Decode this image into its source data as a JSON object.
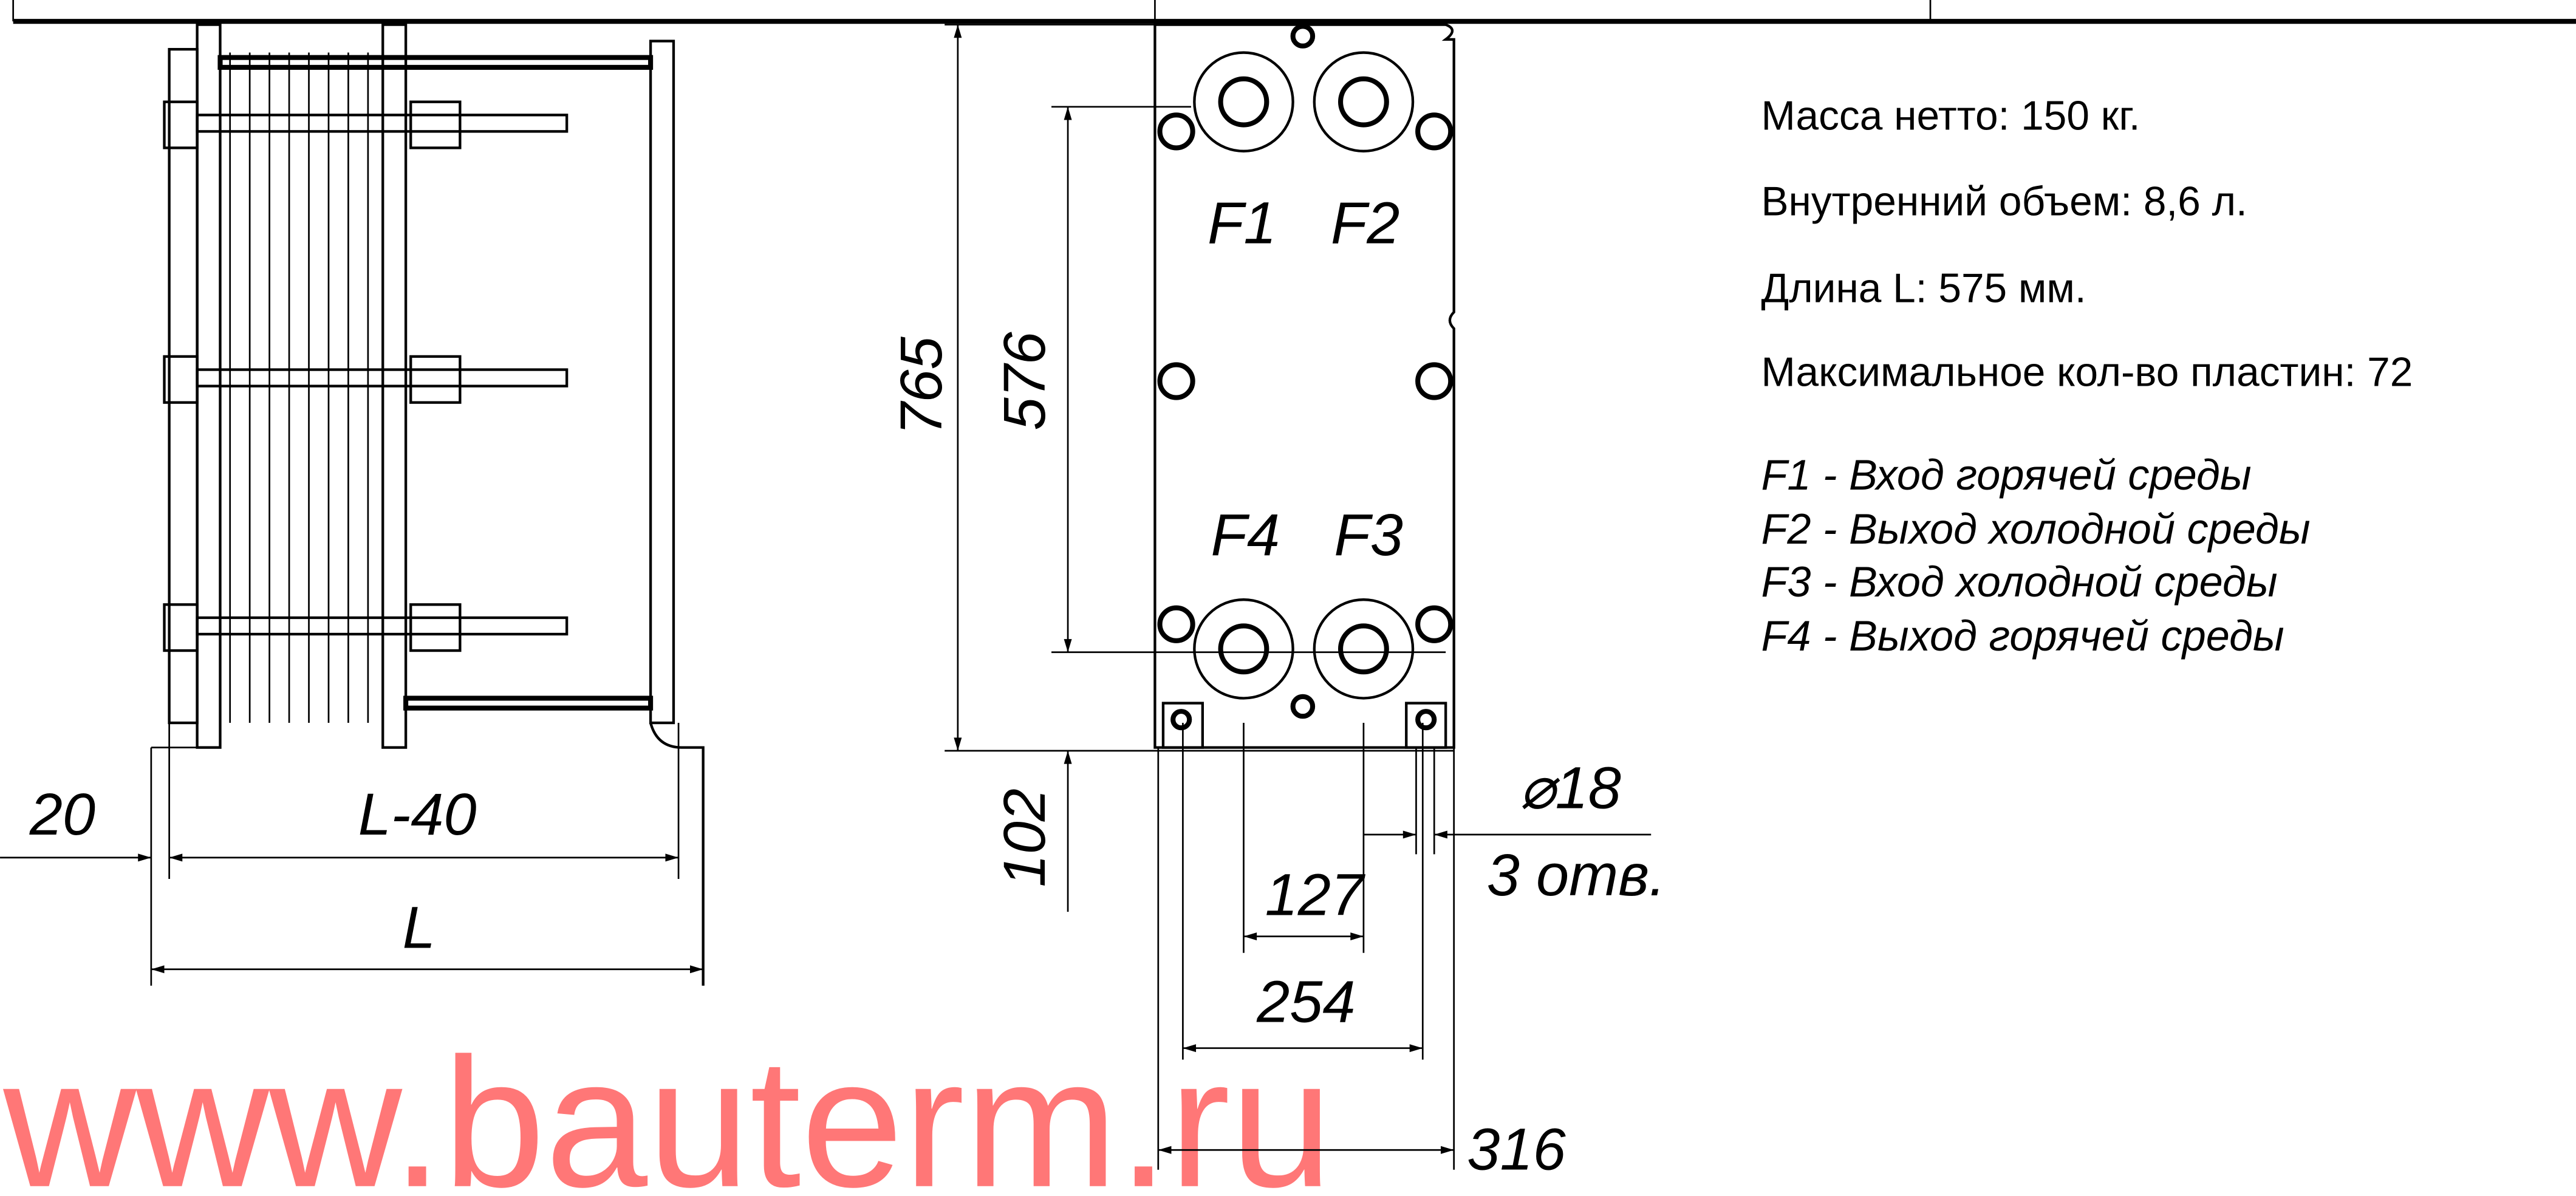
{
  "specs": {
    "mass": "Масса нетто: 150 кг.",
    "volume": "Внутренний объем: 8,6  л.",
    "length": "Длина L: 575 мм.",
    "max_plates": "Максимальное кол-во пластин: 72"
  },
  "legend": [
    "F1 - Вход горячей среды",
    "F2 - Выход холодной среды",
    "F3 - Вход холодной среды",
    "F4 - Выход горячей среды"
  ],
  "ports": {
    "f1": "F1",
    "f2": "F2",
    "f3": "F3",
    "f4": "F4"
  },
  "dimensions": {
    "offset": "20",
    "l_minus_40": "L-40",
    "l": "L",
    "height_total": "765",
    "port_spacing_v": "576",
    "foot_height": "102",
    "port_spacing_h": "127",
    "foot_spacing": "254",
    "width_total": "316",
    "hole_diameter": "⌀18",
    "hole_count": "3 отв."
  },
  "watermark": "www.bauterm.ru"
}
